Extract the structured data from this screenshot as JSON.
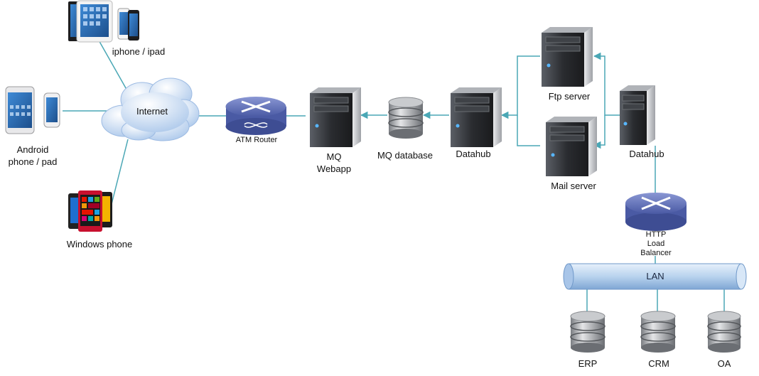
{
  "colors": {
    "connector": "#4aa7b5",
    "cloud": "#c9dcf2",
    "router": "#6f7ec0",
    "server_body": "#3a3d42",
    "db": "#9a9da1",
    "lan_pipe": "#b9d3ee"
  },
  "nodes": {
    "iphone_ipad": "iphone / ipad",
    "android_line1": "Android",
    "android_line2": "phone / pad",
    "windows_phone": "Windows phone",
    "internet": "Internet",
    "atm_router": "ATM Router",
    "mq_webapp_line1": "MQ",
    "mq_webapp_line2": "Webapp",
    "mq_database": "MQ database",
    "datahub_left": "Datahub",
    "ftp_server": "Ftp server",
    "mail_server": "Mail server",
    "datahub_right": "Datahub",
    "http_lb_line1": "HTTP",
    "http_lb_line2": "Load",
    "http_lb_line3": "Balancer",
    "lan": "LAN",
    "erp": "ERP",
    "crm": "CRM",
    "oa": "OA"
  },
  "icons": {
    "tablet": "tablet-icon",
    "phone": "smartphone-icon",
    "cloud": "cloud-icon",
    "router": "router-icon",
    "server": "server-icon",
    "database": "database-icon",
    "lan": "lan-pipe-icon"
  }
}
